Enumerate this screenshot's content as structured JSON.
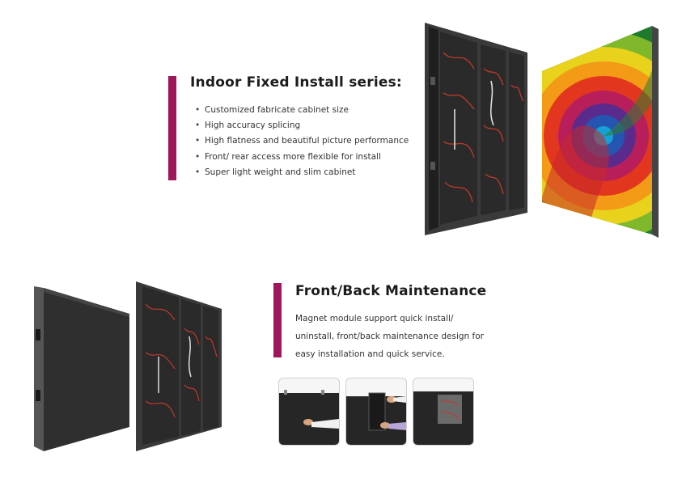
{
  "section1": {
    "title": "Indoor Fixed Install series:",
    "features": [
      "Customized fabricate cabinet size",
      "High accuracy splicing",
      "High flatness and beautiful picture performance",
      "Front/ rear access more flexible for install",
      "Super light weight and slim cabinet"
    ]
  },
  "section2": {
    "title": "Front/Back Maintenance",
    "description": "Magnet module support quick install/ uninstall, front/back maintenance design for easy installation and quick service."
  },
  "colors": {
    "accent": "#a0165a",
    "cabinet_dark": "#2b2b2b",
    "frame": "#3a3a3a"
  },
  "images": {
    "rear_cabinet_icon": "led-cabinet-rear-icon",
    "front_panel_icon": "led-panel-swirl-icon",
    "thumbnails": [
      "install-step-1-icon",
      "install-step-2-icon",
      "install-step-3-icon"
    ]
  }
}
